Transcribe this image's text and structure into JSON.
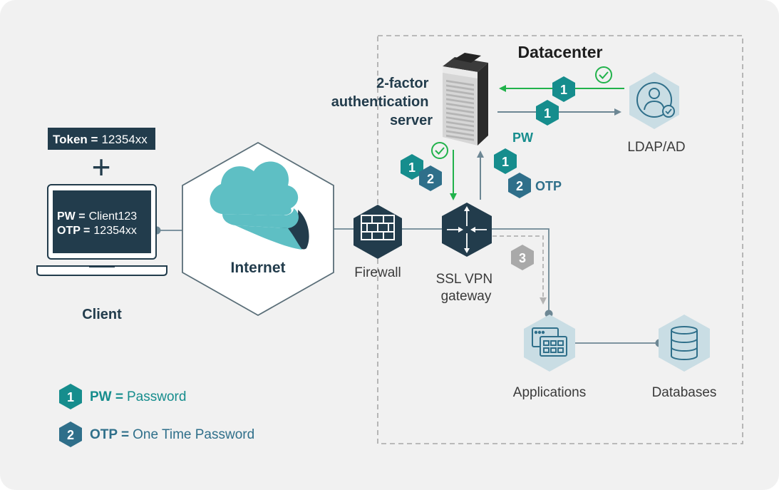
{
  "labels": {
    "datacenter": "Datacenter",
    "auth_server": [
      "2-factor",
      "authentication",
      "server"
    ],
    "ldap": "LDAP/AD",
    "client": "Client",
    "internet": "Internet",
    "firewall": "Firewall",
    "vpn_gateway": [
      "SSL VPN",
      "gateway"
    ],
    "applications": "Applications",
    "databases": "Databases",
    "pw_tag": "PW",
    "otp_tag": "OTP"
  },
  "token": {
    "key": "Token =",
    "value": "12354xx"
  },
  "laptop_screen": [
    {
      "key": "PW =",
      "value": "Client123"
    },
    {
      "key": "OTP =",
      "value": "12354xx"
    }
  ],
  "plus_sign": "+",
  "step_badges": {
    "one": "1",
    "two": "2",
    "three": "3"
  },
  "legend": [
    {
      "number": "1",
      "key": "PW =",
      "text": "Password",
      "color": "#168d8d"
    },
    {
      "number": "2",
      "key": "OTP =",
      "text": "One Time Password",
      "color": "#2f6f8a"
    }
  ],
  "colors": {
    "teal": "#168d8d",
    "blue_teal": "#2f6f8a",
    "dark_navy": "#223c4c",
    "success_green": "#21b24b",
    "cloud": "#5ebfc4",
    "icon_bg": "#c9dde4",
    "grey_badge": "#a9a9a9"
  }
}
